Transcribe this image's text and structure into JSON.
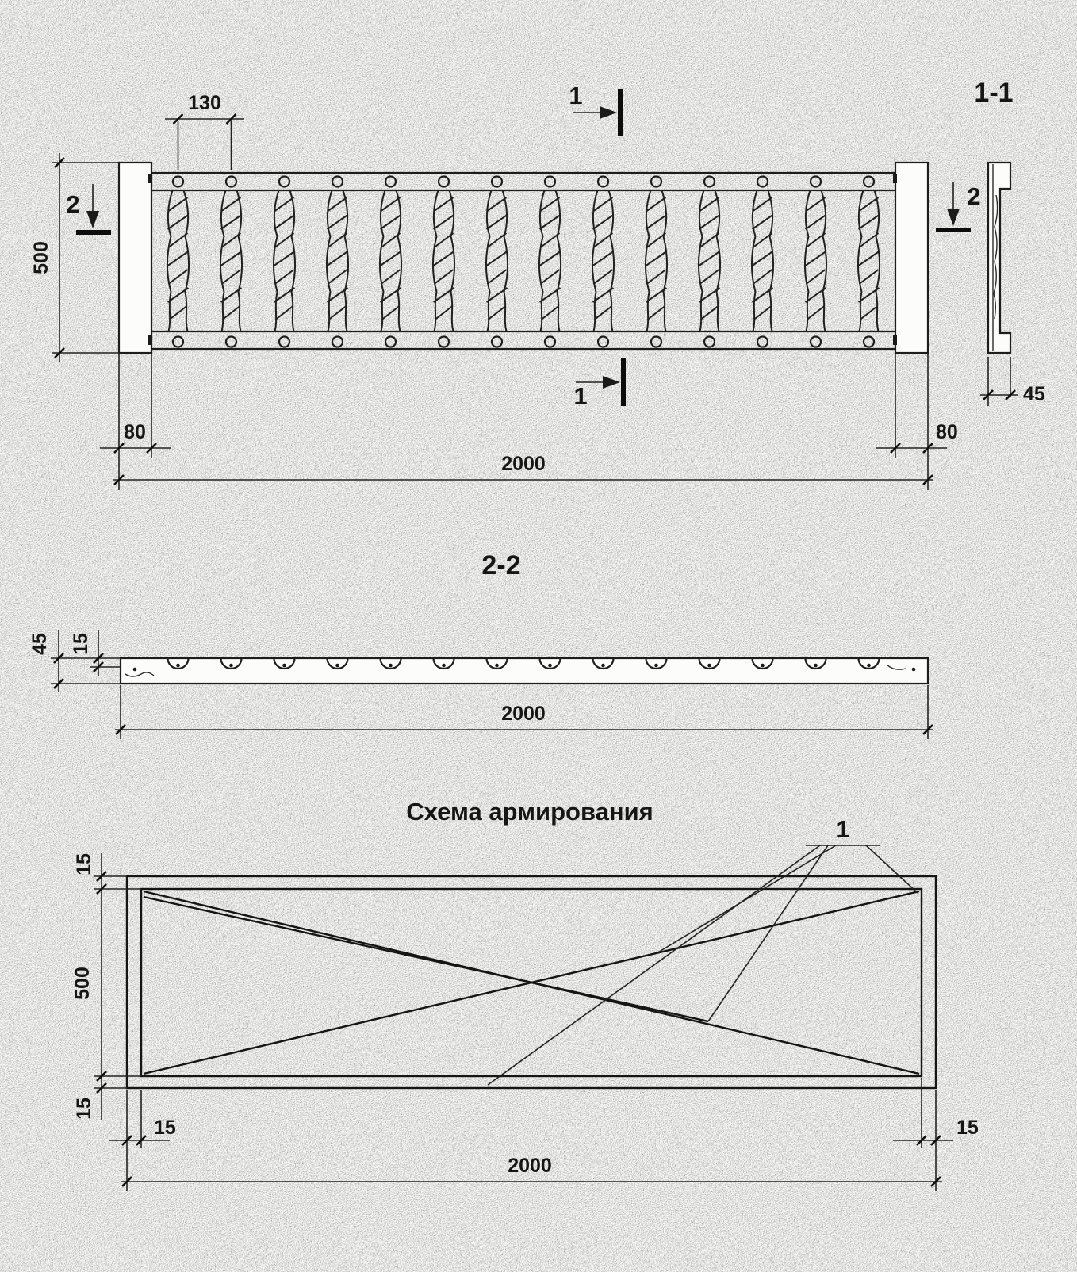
{
  "page": {
    "background": "#fcfcfa",
    "ink": "#1b1b1b"
  },
  "elevation": {
    "section_cut_1": "1",
    "section_cut_2": "2",
    "dim_hole_spacing": "130",
    "dim_height": "500",
    "dim_post_left": "80",
    "dim_post_right": "80",
    "dim_length": "2000",
    "baluster_count": 14
  },
  "section_1_1": {
    "title": "1-1",
    "dim_thickness": "45"
  },
  "section_2_2": {
    "title": "2-2",
    "dim_thickness": "45",
    "dim_recess": "15",
    "dim_length": "2000"
  },
  "reinforcement": {
    "title": "Схема армирования",
    "bar_label": "1",
    "dim_offset_top": "15",
    "dim_height": "500",
    "dim_offset_bottom": "15",
    "dim_offset_left": "15",
    "dim_offset_right": "15",
    "dim_length": "2000"
  }
}
